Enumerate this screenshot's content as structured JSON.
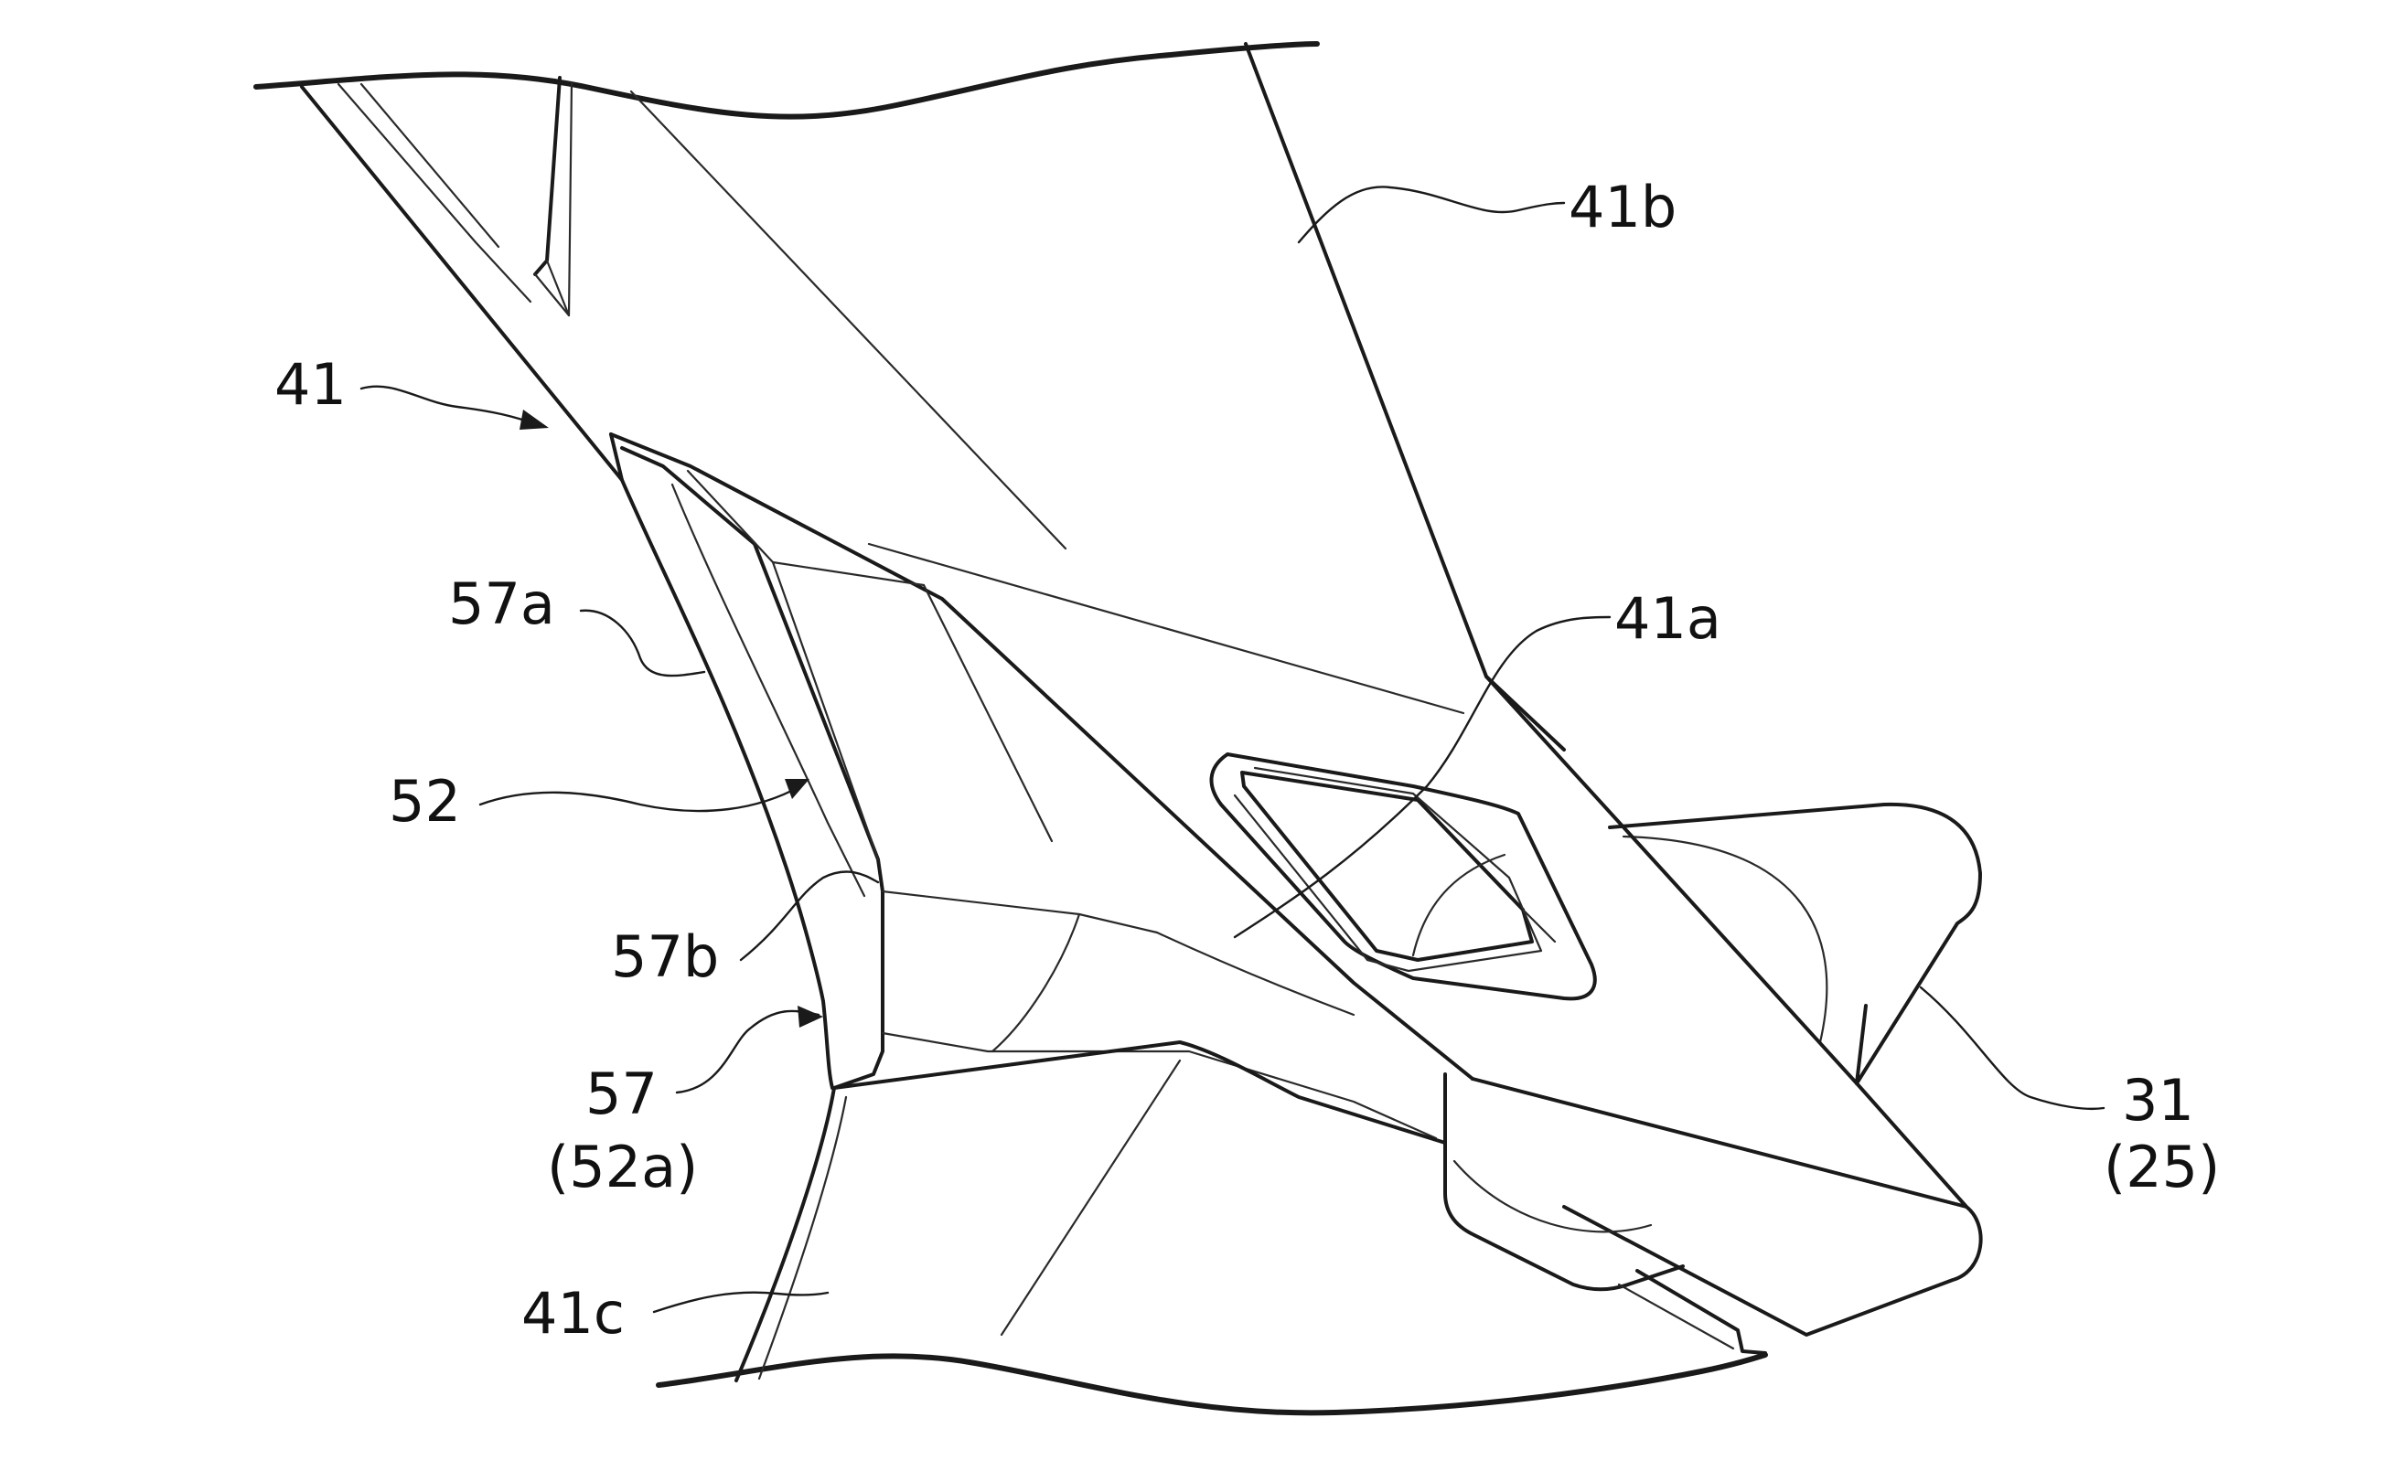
{
  "figure": {
    "labels": {
      "l41": "41",
      "l41a": "41a",
      "l41b": "41b",
      "l41c": "41c",
      "l52": "52",
      "l57": "57",
      "l57_paren": "(52a)",
      "l57a": "57a",
      "l57b": "57b",
      "l31": "31",
      "l31_paren": "(25)"
    },
    "colors": {
      "line": "#1a1a1a",
      "background": "#ffffff"
    }
  }
}
